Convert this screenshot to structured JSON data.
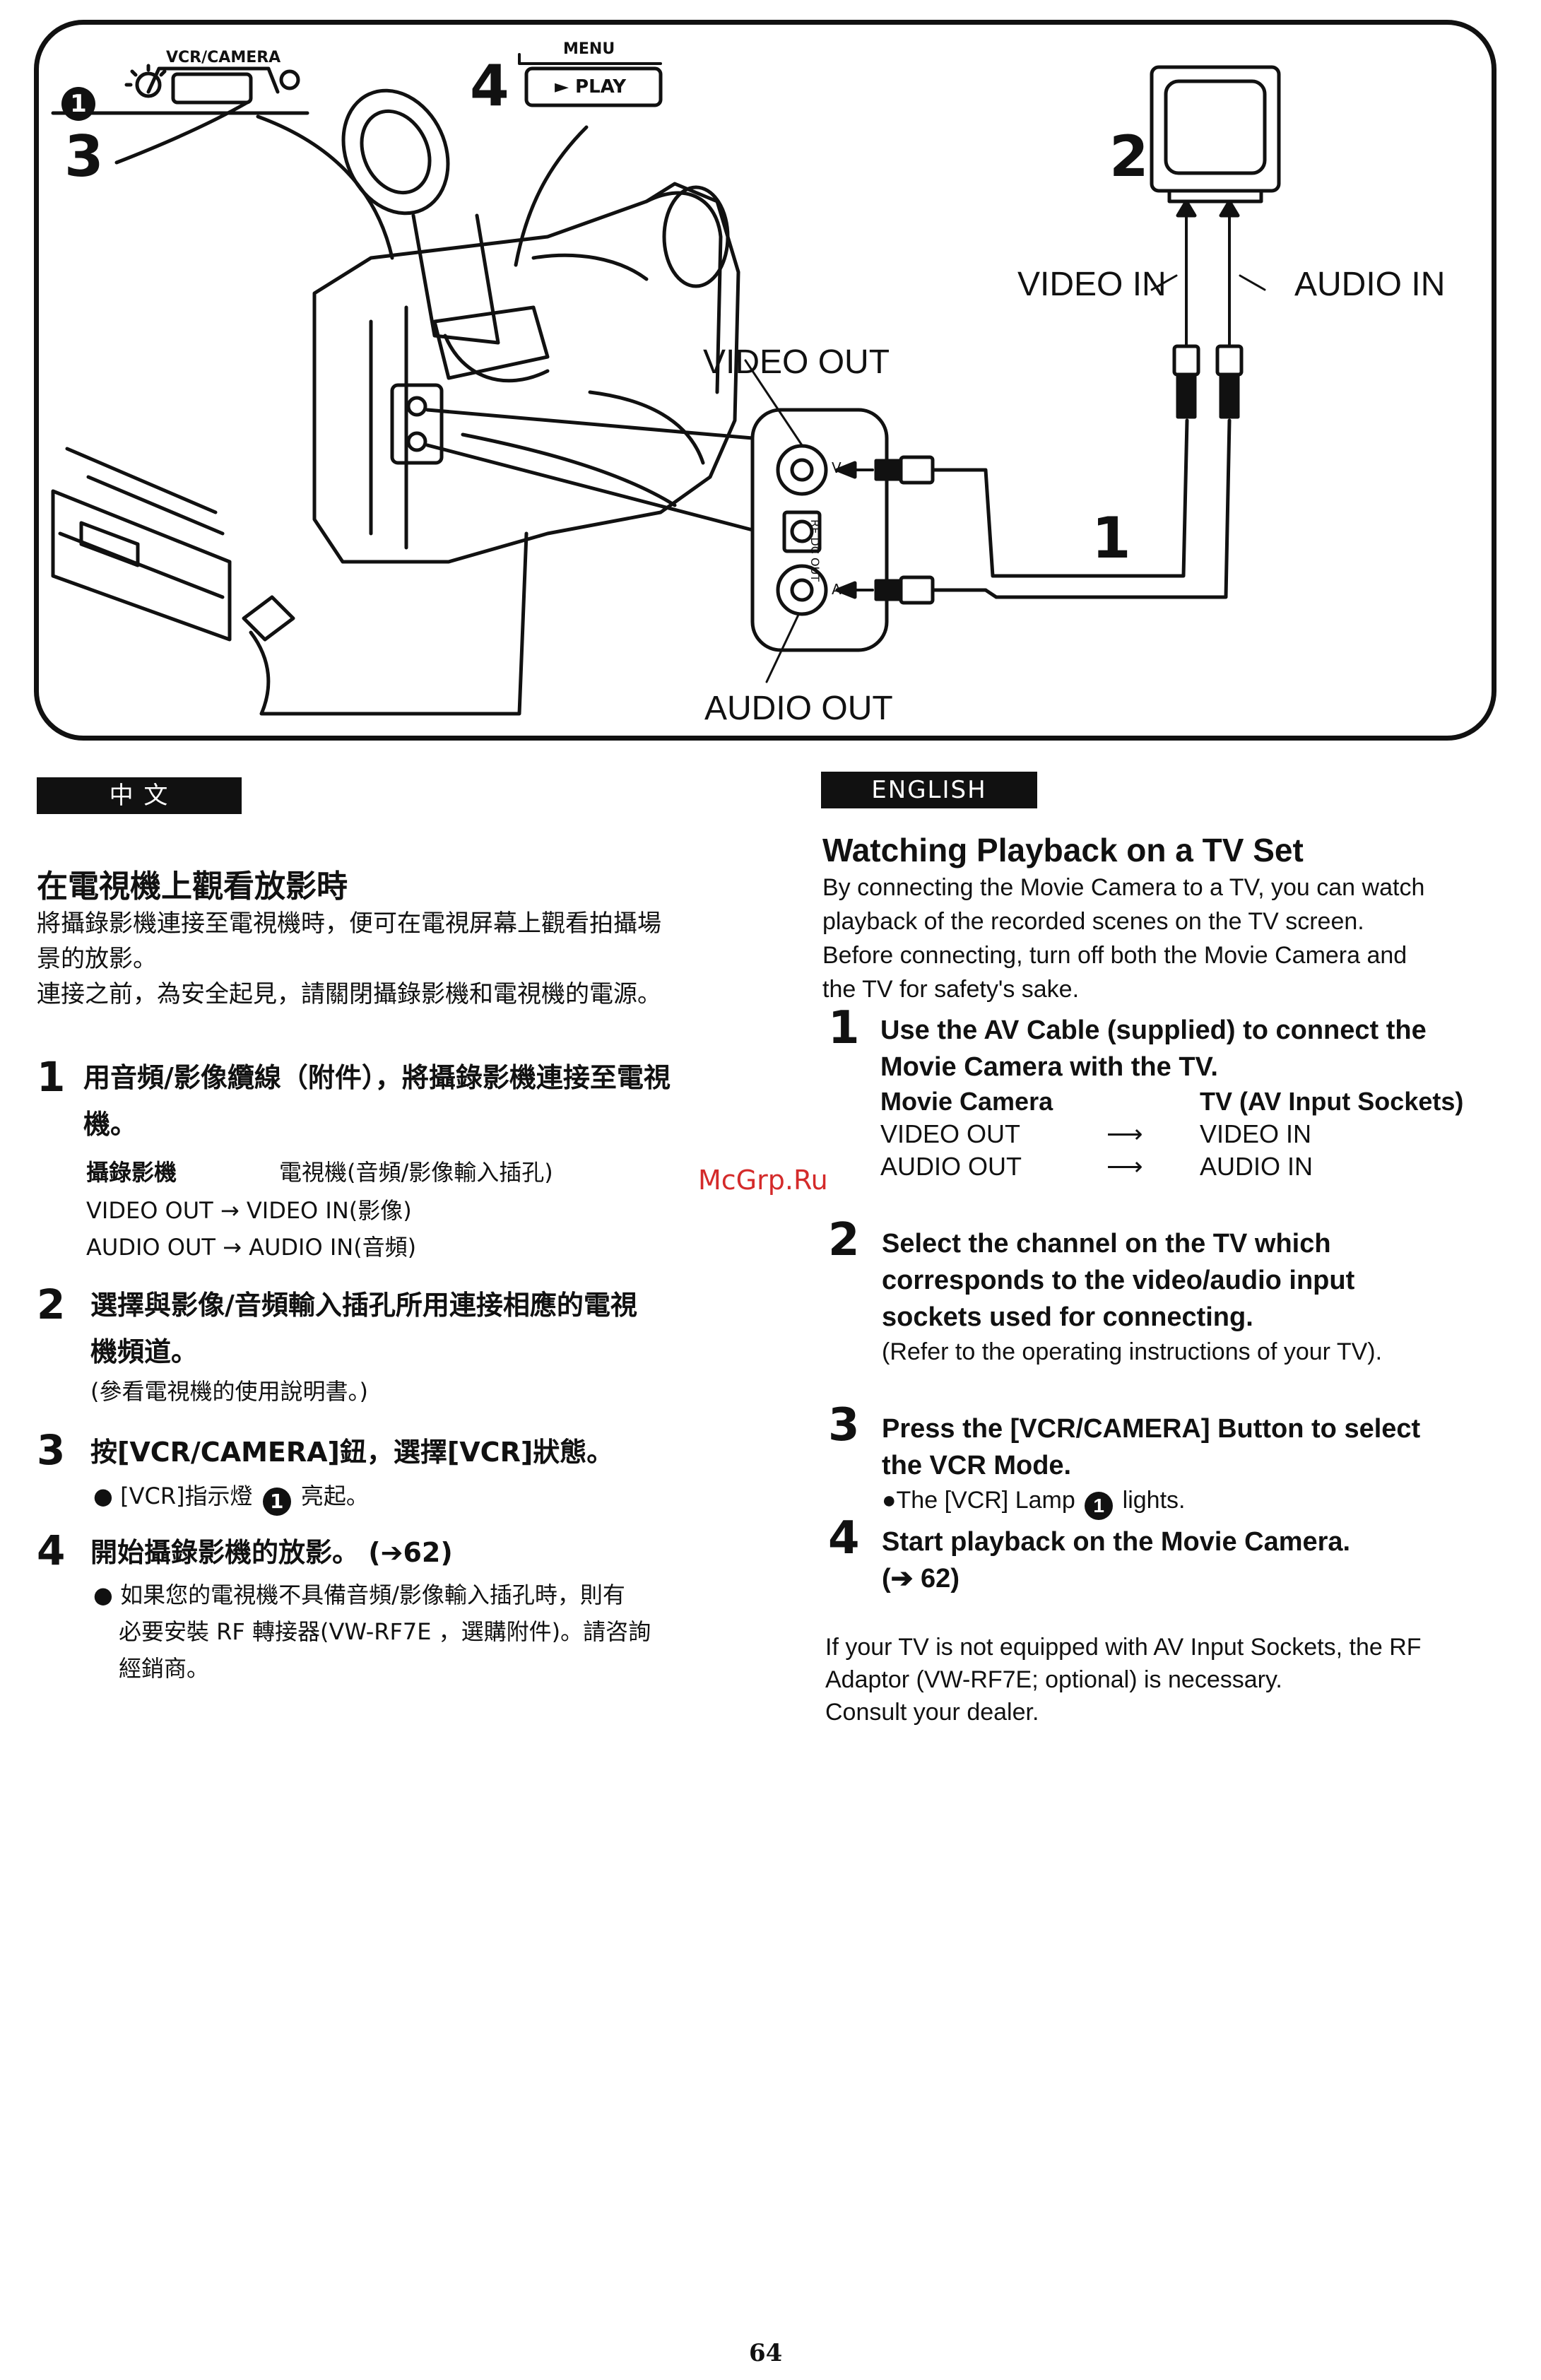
{
  "diagram": {
    "num_1": "1",
    "num_2": "2",
    "num_3": "3",
    "num_4": "4",
    "lamp_marker": "1",
    "vcr_camera_label": "VCR/CAMERA",
    "menu_label": "MENU",
    "play_label": "► PLAY",
    "video_in": "VIDEO IN",
    "audio_in": "AUDIO IN",
    "video_out": "VIDEO OUT",
    "audio_out": "AUDIO OUT",
    "jack_v": "V",
    "jack_a": "A",
    "rf_dc_out": "RF DC OUT"
  },
  "zh": {
    "tag": "中 文",
    "title": "在電視機上觀看放影時",
    "intro1": "將攝錄影機連接至電視機時，便可在電視屏幕上觀看拍攝場",
    "intro2": "景的放影。",
    "intro3": "連接之前，為安全起見，請關閉攝錄影機和電視機的電源。",
    "step1_num": "1",
    "step1_l1": "用音頻/影像纜線（附件），將攝錄影機連接至電視",
    "step1_l2": "機。",
    "step1_col1": "攝錄影機",
    "step1_col2": "電視機(音頻/影像輸入插孔)",
    "step1_row1": "VIDEO OUT  →  VIDEO IN(影像)",
    "step1_row2": "AUDIO OUT  →  AUDIO IN(音頻)",
    "step2_num": "2",
    "step2_l1": "選擇與影像/音頻輸入插孔所用連接相應的電視",
    "step2_l2": "機頻道。",
    "step2_note": "(參看電視機的使用說明書。)",
    "step3_num": "3",
    "step3_l1": "按[VCR/CAMERA]鈕，選擇[VCR]狀態。",
    "step3_note_a": "● [VCR]指示燈",
    "step3_note_b": "亮起。",
    "step4_num": "4",
    "step4_l1": "開始攝錄影機的放影。 (➔62)",
    "step4_note1": "● 如果您的電視機不具備音頻/影像輸入插孔時，則有",
    "step4_note2": "必要安裝 RF 轉接器(VW-RF7E ，選購附件)。請咨詢",
    "step4_note3": "經銷商。"
  },
  "en": {
    "tag": "ENGLISH",
    "title": "Watching Playback on a TV Set",
    "intro1": "By connecting the Movie Camera to a TV, you can watch",
    "intro2": "playback of the recorded scenes on the TV screen.",
    "intro3": "Before connecting, turn off both the Movie Camera and",
    "intro4": "the TV for safety's sake.",
    "step1_num": "1",
    "step1_l1": "Use the AV Cable (supplied) to connect the",
    "step1_l2": "Movie Camera with the TV.",
    "tbl_h1": "Movie Camera",
    "tbl_h2": "TV (AV Input Sockets)",
    "tbl_r1c1": "VIDEO OUT",
    "tbl_r1c2": "VIDEO IN",
    "tbl_r2c1": "AUDIO OUT",
    "tbl_r2c2": "AUDIO IN",
    "tbl_arrow": "⟶",
    "step2_num": "2",
    "step2_l1": "Select the channel on the TV which",
    "step2_l2": "corresponds to the video/audio input",
    "step2_l3": "sockets used for connecting.",
    "step2_note": "(Refer to the operating instructions of your TV).",
    "step3_num": "3",
    "step3_l1": "Press the [VCR/CAMERA] Button to select",
    "step3_l2": "the VCR Mode.",
    "step3_note_a": "●The [VCR] Lamp",
    "step3_note_b": "lights.",
    "step4_num": "4",
    "step4_l1": "Start playback on the Movie Camera.",
    "step4_l2": "(➔ 62)",
    "footer1": "If your TV is not equipped with AV Input Sockets, the RF",
    "footer2": "Adaptor (VW-RF7E; optional) is necessary.",
    "footer3": "Consult your dealer."
  },
  "watermark": "McGrp.Ru",
  "page_number": "64"
}
